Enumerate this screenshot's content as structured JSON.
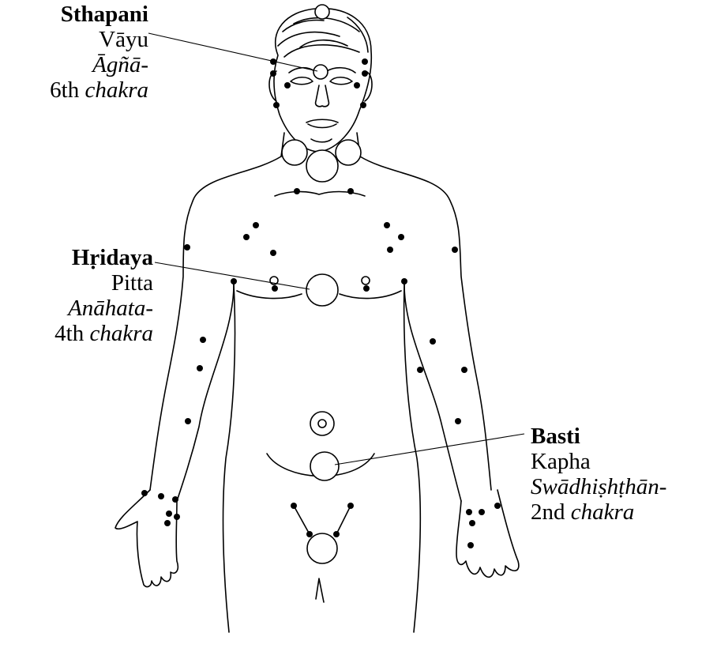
{
  "labels": {
    "sthapani": {
      "name": "Sthapani",
      "dosha": "Vāyu",
      "chakra_name": "Āgñā-",
      "chakra_num": "6th",
      "chakra_word": "chakra"
    },
    "hridaya": {
      "name": "Hṛidaya",
      "dosha": "Pitta",
      "chakra_name": "Anāhata-",
      "chakra_num": "4th",
      "chakra_word": "chakra"
    },
    "basti": {
      "name": "Basti",
      "dosha": "Kapha",
      "chakra_name": "Swādhiṣhṭhān-",
      "chakra_num": "2nd",
      "chakra_word": "chakra"
    }
  },
  "icons": {
    "marma_point": "filled-dot",
    "major_marma": "open-circle"
  }
}
